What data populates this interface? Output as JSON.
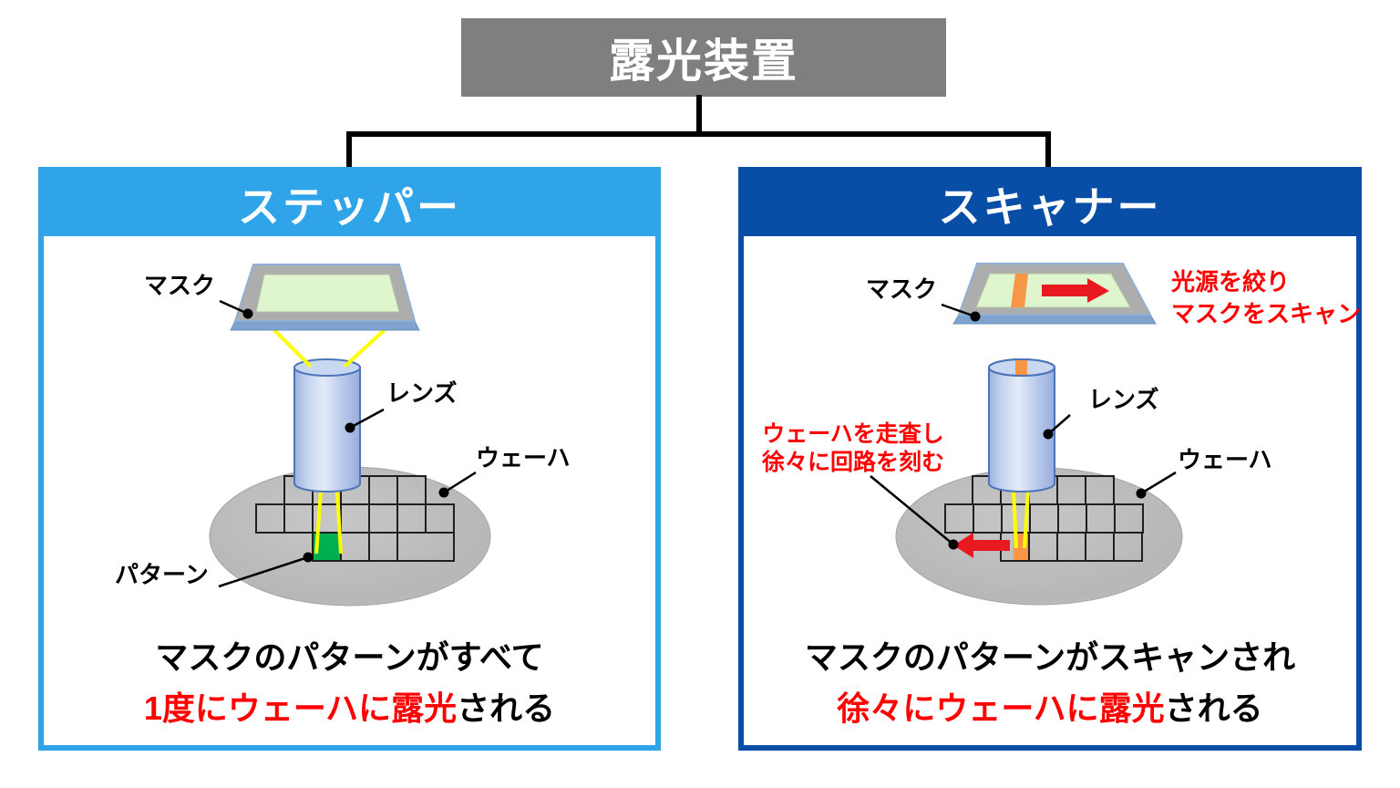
{
  "title": "露光装置",
  "left_panel": {
    "header": "ステッパー",
    "labels": {
      "mask": "マスク",
      "lens": "レンズ",
      "wafer": "ウェーハ",
      "pattern": "パターン"
    },
    "caption_line1": "マスクのパターンがすべて",
    "caption_line2_red": "1度にウェーハに露光",
    "caption_line2_black": "される"
  },
  "right_panel": {
    "header": "スキャナー",
    "labels": {
      "mask": "マスク",
      "lens": "レンズ",
      "wafer": "ウェーハ"
    },
    "mask_annotation_line1": "光源を絞り",
    "mask_annotation_line2": "マスクをスキャン",
    "wafer_annotation_line1": "ウェーハを走査し",
    "wafer_annotation_line2": "徐々に回路を刻む",
    "caption_line1": "マスクのパターンがスキャンされ",
    "caption_line2_red": "徐々にウェーハに露光",
    "caption_line2_black": "される"
  },
  "colors": {
    "title_box_gray": "#7f7f7f",
    "stepper_blue": "#2fa4e9",
    "scanner_blue": "#084da6",
    "highlight_red_text": "#ff0000",
    "arrow_red": "#e8191f",
    "pattern_green": "#00b050",
    "scan_orange": "#f79646",
    "mask_inner_green": "#dff5cd",
    "mask_frame_gray": "#adadad",
    "mask_edge_blue": "#7fa3cc",
    "lens_border_blue": "#4e74b8",
    "wafer_gray": "#b9b9b9"
  }
}
